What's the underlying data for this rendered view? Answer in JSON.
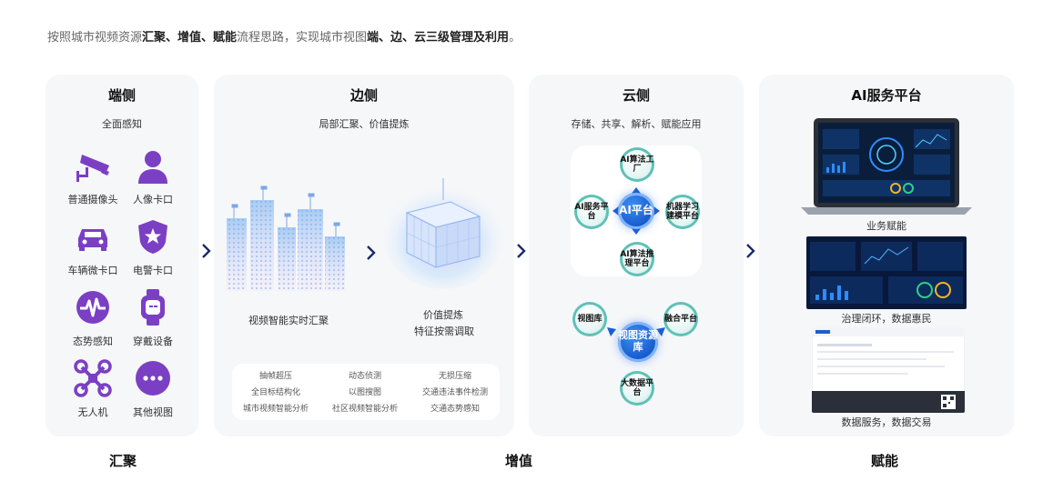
{
  "intro": {
    "p1": "按照城市视频资源",
    "b1": "汇聚、增值、赋能",
    "p2": "流程思路，实现城市视图",
    "b2": "端、边、云三级管理及利用",
    "p3": "。"
  },
  "terminal": {
    "title": "端侧",
    "subtitle": "全面感知",
    "devices": [
      {
        "label": "普通摄像头",
        "icon": "camera-icon"
      },
      {
        "label": "人像卡口",
        "icon": "person-icon"
      },
      {
        "label": "车辆微卡口",
        "icon": "car-icon"
      },
      {
        "label": "电警卡口",
        "icon": "shield-star-icon"
      },
      {
        "label": "态势感知",
        "icon": "pulse-icon"
      },
      {
        "label": "穿戴设备",
        "icon": "watch-icon"
      },
      {
        "label": "无人机",
        "icon": "drone-icon"
      },
      {
        "label": "其他视图",
        "icon": "more-icon"
      }
    ]
  },
  "edge": {
    "title": "边侧",
    "subtitle": "局部汇聚、价值提炼",
    "caption_left": "视频智能实时汇聚",
    "caption_right_1": "价值提炼",
    "caption_right_2": "特征按需调取",
    "tags": [
      "抽帧超压",
      "动态侦测",
      "无损压缩",
      "全目标结构化",
      "以图搜图",
      "交通违法事件检测",
      "城市视频智能分析",
      "社区视频智能分析",
      "交通态势感知"
    ]
  },
  "cloud": {
    "title": "云侧",
    "subtitle": "存储、共享、解析、赋能应用",
    "diagram1": {
      "center": "AI平台",
      "top": "AI算法工厂",
      "left": "AI服务平台",
      "right": "机器学习建模平台",
      "bottom": "AI算法推理平台"
    },
    "diagram2": {
      "center": "视图资源库",
      "left": "视图库",
      "right": "融合平台",
      "bottom": "大数据平台"
    }
  },
  "ai": {
    "title": "AI服务平台",
    "captions": [
      "业务赋能",
      "治理闭环，数据惠民",
      "数据服务，数据交易"
    ]
  },
  "footer": {
    "left": "汇聚",
    "middle": "增值",
    "right": "赋能"
  },
  "colors": {
    "purple": "#7b3fc4",
    "navy": "#1b2a6b",
    "teal": "#5fc1b6",
    "blue": "#1a5fd0"
  }
}
